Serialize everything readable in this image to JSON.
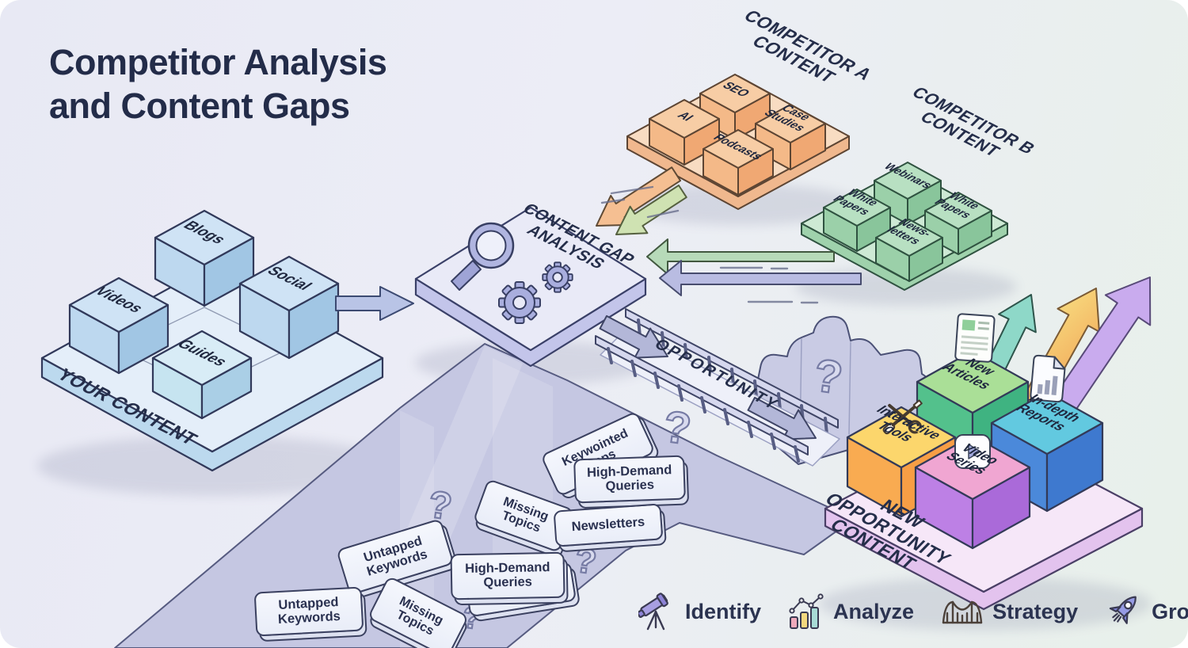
{
  "title": {
    "line1": "Competitor Analysis",
    "line2": "and Content Gaps"
  },
  "your_content": {
    "label": "YOUR CONTENT",
    "blocks": {
      "blogs": "Blogs",
      "videos": "Videos",
      "social": "Social",
      "guides": "Guides"
    }
  },
  "competitor_a": {
    "label": [
      "COMPETITOR A",
      "CONTENT"
    ],
    "blocks": {
      "seo": "SEO",
      "ai": "AI",
      "case_studies": [
        "Case",
        "Studies"
      ],
      "podcasts": "Podcasts"
    }
  },
  "competitor_b": {
    "label": [
      "COMPETITOR B",
      "CONTENT"
    ],
    "blocks": {
      "webinars": "Webinars",
      "white_papers_left": [
        "White",
        "Papers"
      ],
      "white_papers_right": [
        "White",
        "Papers"
      ],
      "newsletters": [
        "News-",
        "letters"
      ]
    }
  },
  "analysis": {
    "label": [
      "CONTENT GAP",
      "ANALYSIS"
    ]
  },
  "bridge": {
    "label": "OPPORTUNITY"
  },
  "new_opportunity": {
    "label": [
      "NEW OPPORTUNITY",
      "CONTENT"
    ],
    "blocks": {
      "interactive_tools": [
        "Interactive",
        "Tools"
      ],
      "new_articles": [
        "New",
        "Articles"
      ],
      "in_depth_reports": [
        "In-depth",
        "Reports"
      ],
      "video_series": [
        "Video",
        "Series"
      ]
    }
  },
  "cards": {
    "keywointed_gaps": [
      "Keywointed",
      "Gaps"
    ],
    "high_demand_queries_1": [
      "High-Demand",
      "Queries"
    ],
    "missing_topics_1": [
      "Missing",
      "Topics"
    ],
    "newsletters": "Newsletters",
    "untapped_keywords_1": [
      "Untapped",
      "Keywords"
    ],
    "high_demand_queries_2": [
      "High-Demand",
      "Queries"
    ],
    "missing_topics_2": [
      "Missing",
      "Topics"
    ],
    "untapped_keywords_2": [
      "Untapped",
      "Keywords"
    ]
  },
  "question_mark": "?",
  "legend": {
    "items": [
      {
        "icon": "telescope-icon",
        "label": "Identify"
      },
      {
        "icon": "bar-chart-icon",
        "label": "Analyze"
      },
      {
        "icon": "bridge-icon",
        "label": "Strategy"
      },
      {
        "icon": "rocket-icon",
        "label": "Growth"
      }
    ]
  },
  "colors": {
    "background_left": "#e8e9f4",
    "background_right": "#e8f0ea",
    "ink": "#252e4a",
    "your_content": "#b9d6ee",
    "competitor_a": "#f5c49d",
    "competitor_b": "#a9d7b6",
    "analysis_tile": "#e6e8f6",
    "opportunity_path": "#c5c7e2",
    "interactive_tools": "#fbd66c",
    "new_articles": "#53c18c",
    "in_depth_reports": "#4b89da",
    "video_series": "#bd80e5",
    "new_platform": "#f3dff6"
  }
}
